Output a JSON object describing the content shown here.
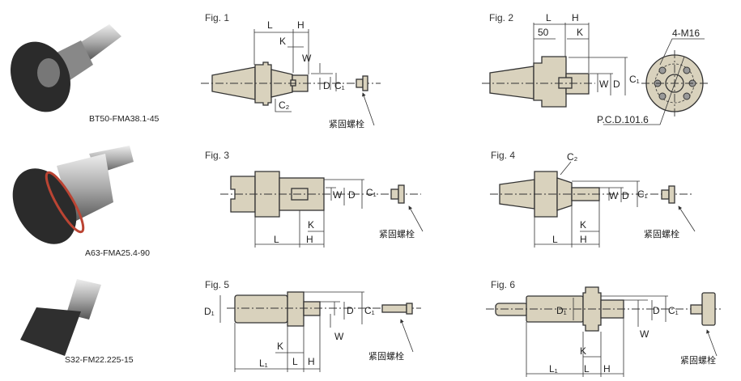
{
  "products": [
    {
      "label": "BT50-FMA38.1-45"
    },
    {
      "label": "A63-FMA25.4-90"
    },
    {
      "label": "S32-FM22.225-15"
    }
  ],
  "bolt_label": "紧固螺栓",
  "fig1": {
    "title": "Fig. 1",
    "L": "L",
    "H": "H",
    "K": "K",
    "W": "W",
    "D": "D",
    "C1": "C₁",
    "C2": "C₂"
  },
  "fig2": {
    "title": "Fig. 2",
    "L": "L",
    "H": "H",
    "d50": "50",
    "K": "K",
    "W": "W",
    "D": "D",
    "C1": "C₁",
    "m16": "4-M16",
    "pcd": "P.C.D.101.6"
  },
  "fig3": {
    "title": "Fig. 3",
    "W": "W",
    "D": "D",
    "C1": "C₁",
    "K": "K",
    "L": "L",
    "H": "H"
  },
  "fig4": {
    "title": "Fig. 4",
    "C2": "C₂",
    "W": "W",
    "D": "D",
    "C1": "C₁",
    "K": "K",
    "L": "L",
    "H": "H"
  },
  "fig5": {
    "title": "Fig. 5",
    "D1": "D₁",
    "W": "W",
    "D": "D",
    "C1": "C₁",
    "K": "K",
    "L1": "L₁",
    "L": "L",
    "H": "H"
  },
  "fig6": {
    "title": "Fig. 6",
    "D1": "D₁",
    "W": "W",
    "D": "D",
    "C1": "C₁",
    "K": "K",
    "L1": "L₁",
    "L": "L",
    "H": "H"
  }
}
